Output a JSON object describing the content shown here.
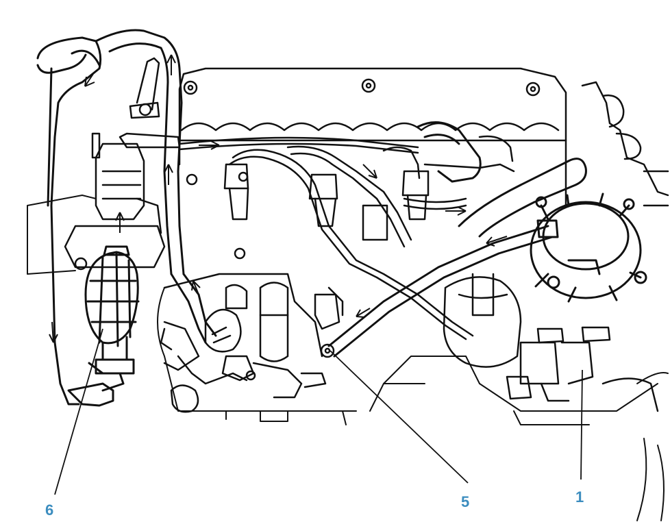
{
  "colors": {
    "ink": "#111111",
    "callout": "#3c8dbf",
    "background": "#ffffff"
  },
  "callouts": [
    {
      "label": "6",
      "part": "hand-primer-bulb"
    },
    {
      "label": "5",
      "part": "fuel-return-pipe-union"
    },
    {
      "label": "1",
      "part": "fuel-filter-outlet-connection"
    }
  ]
}
